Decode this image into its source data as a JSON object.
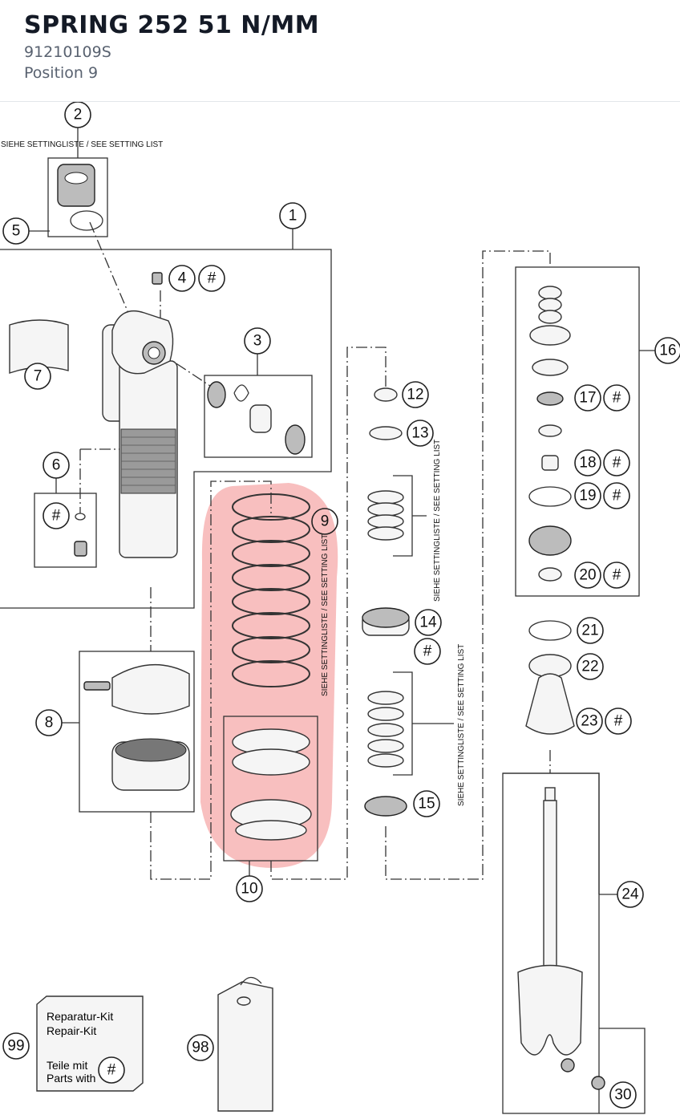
{
  "header": {
    "title": "SPRING 252 51 N/MM",
    "part_number": "91210109S",
    "position": "Position 9"
  },
  "diagram": {
    "highlight_color": "#f28b8b",
    "setting_note": "SIEHE SETTINGLISTE / SEE SETTING LIST",
    "callouts": {
      "c1": "1",
      "c2": "2",
      "c3": "3",
      "c4": "4",
      "c5": "5",
      "c6": "6",
      "c7": "7",
      "c8": "8",
      "c9": "9",
      "c10": "10",
      "c12": "12",
      "c13": "13",
      "c14": "14",
      "c15": "15",
      "c16": "16",
      "c17": "17",
      "c18": "18",
      "c19": "19",
      "c20": "20",
      "c21": "21",
      "c22": "22",
      "c23": "23",
      "c24": "24",
      "c30": "30",
      "c98": "98",
      "c99": "99"
    },
    "hash": "#",
    "repair_kit": {
      "line1": "Reparatur-Kit",
      "line2": "Repair-Kit",
      "line3": "Teile mit",
      "line4": "Parts with"
    }
  }
}
